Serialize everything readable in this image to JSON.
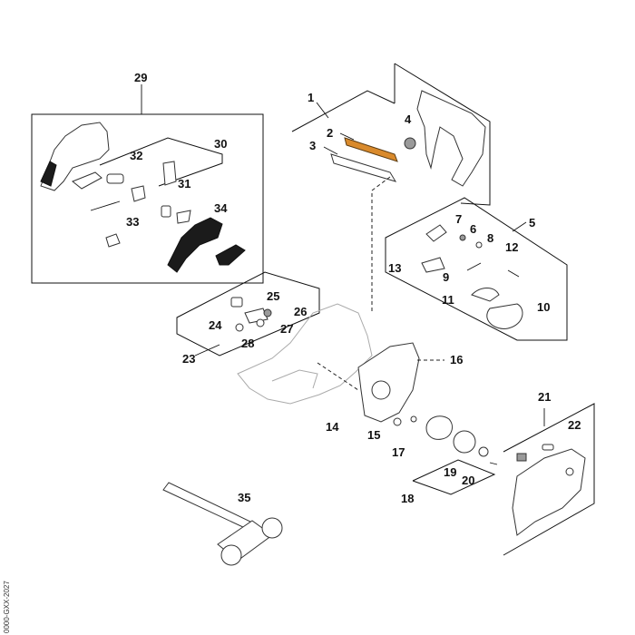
{
  "diagram": {
    "type": "exploded-parts-view",
    "callouts": [
      "1",
      "2",
      "3",
      "4",
      "5",
      "6",
      "7",
      "8",
      "9",
      "10",
      "11",
      "12",
      "13",
      "14",
      "15",
      "16",
      "17",
      "18",
      "19",
      "20",
      "21",
      "22",
      "23",
      "24",
      "25",
      "26",
      "27",
      "28",
      "29",
      "30",
      "31",
      "32",
      "33",
      "34",
      "35"
    ],
    "document_code": "0000-GXX-2027"
  }
}
